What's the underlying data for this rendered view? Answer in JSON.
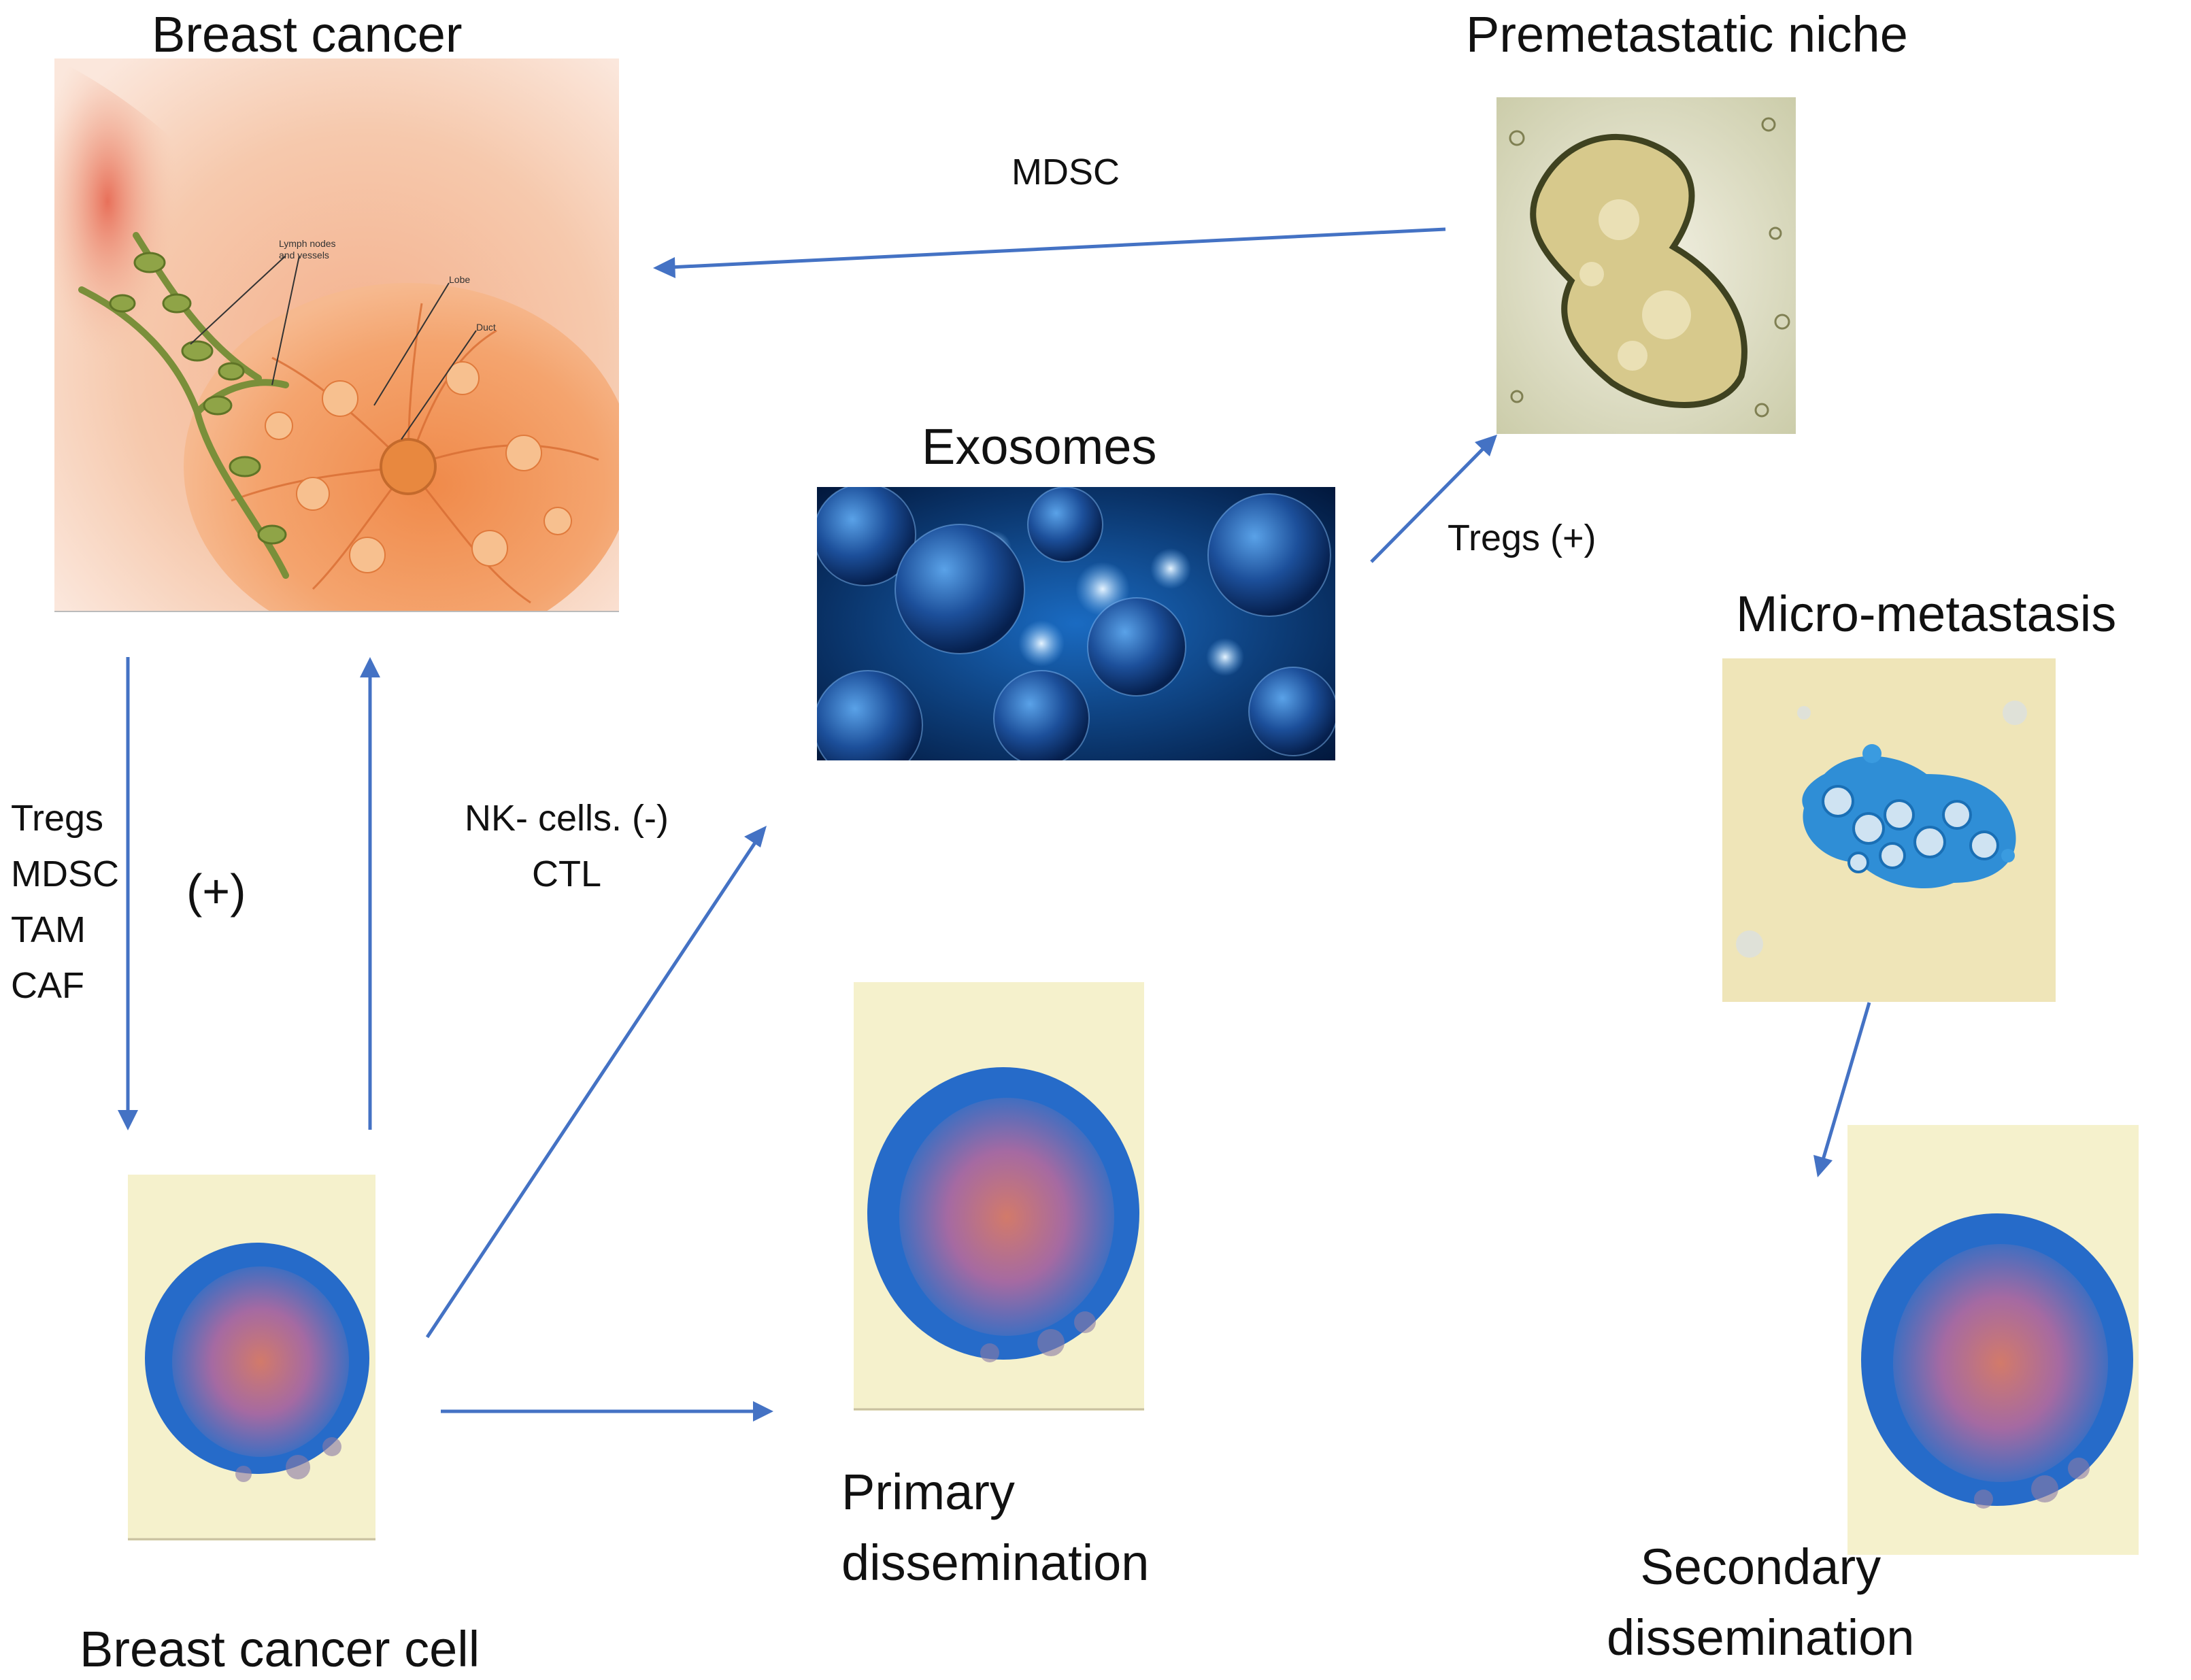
{
  "titles": {
    "breast_cancer": "Breast cancer",
    "premetastatic_niche": "Premetastatic niche",
    "exosomes": "Exosomes",
    "micro_metastasis": "Micro-metastasis",
    "primary_dissemination": "Primary\ndissemination",
    "secondary_dissemination": "Secondary\ndissemination",
    "breast_cancer_cell": "Breast cancer cell"
  },
  "arrow_labels": {
    "mdsc_top": "MDSC",
    "tregs_plus": "Tregs (+)",
    "immune_cells_list": "Tregs\nMDSC\nTAM\nCAF",
    "plus": "(+)",
    "nk_ctl": "NK- cells. (-)\nCTL"
  },
  "illustration_labels": {
    "lymph_nodes": "Lymph nodes\nand vessels",
    "lobe": "Lobe",
    "duct": "Duct"
  },
  "colors": {
    "arrow": "#4472c4",
    "text": "#111111"
  }
}
